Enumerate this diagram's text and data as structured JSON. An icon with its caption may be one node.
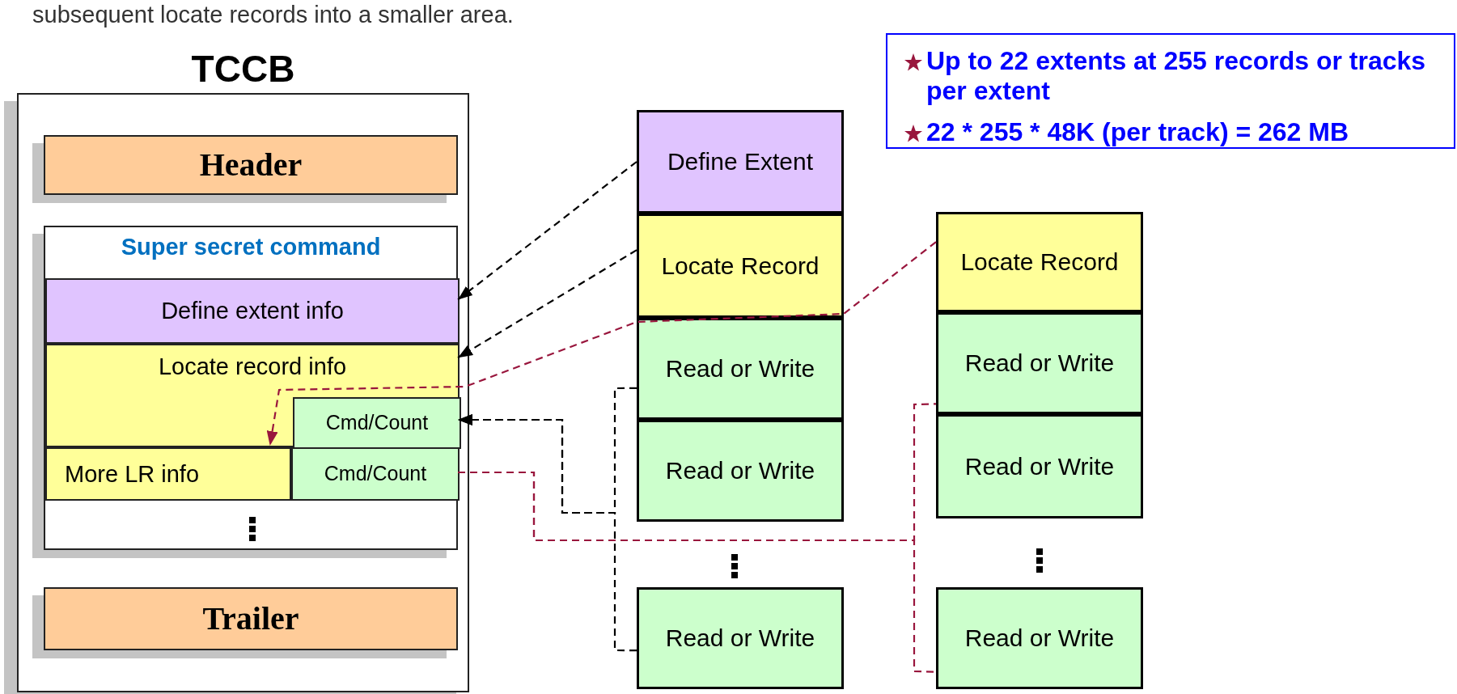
{
  "diagram": {
    "nodes": [
      {
        "text": [
          "TCCB"
        ]
      },
      {
        "text": [
          "Header"
        ],
        "in": 0
      },
      {
        "text": [
          "Super secret command"
        ],
        "in": 0
      },
      {
        "text": [
          "Define extent info"
        ],
        "in": 2
      },
      {
        "text": [
          "Locate record info"
        ],
        "in": 2
      },
      {
        "text": [
          "Cmd/Count"
        ],
        "in": 4
      },
      {
        "text": [
          "More LR info"
        ],
        "in": 2
      },
      {
        "text": [
          "Cmd/Count"
        ],
        "in": 2
      },
      {
        "text": [
          "Trailer"
        ],
        "in": 0
      },
      {
        "text": [
          "Define Extent"
        ]
      },
      {
        "text": [
          "Locate Record"
        ]
      },
      {
        "text": [
          "Read or Write"
        ]
      },
      {
        "text": [
          "Read or Write"
        ]
      },
      {
        "text": [
          "Read or Write"
        ]
      },
      {
        "text": [
          "Locate Record"
        ]
      },
      {
        "text": [
          "Read or Write"
        ]
      },
      {
        "text": [
          "Read or Write"
        ]
      },
      {
        "text": [
          "Read or Write"
        ]
      },
      {
        "text": [
          "Up to 22 extents at 255 records or tracks per extent",
          "22 * 255 * 48K (per track) = 262 MB"
        ]
      }
    ],
    "edges": [
      {
        "from": 9,
        "to": 3,
        "arrow": "to",
        "style": "dashed"
      },
      {
        "from": 10,
        "to": 4,
        "arrow": "to",
        "style": "dashed"
      },
      {
        "from": 14,
        "to": 6,
        "arrow": "to",
        "style": "dashed",
        "color": "#99163d"
      },
      {
        "from": 11,
        "to": 5,
        "arrow": "to",
        "style": "dashed"
      },
      {
        "from": 13,
        "to": 5,
        "arrow": "to",
        "style": "dashed"
      },
      {
        "from": 7,
        "to": 15,
        "arrow": "none",
        "style": "dashed",
        "color": "#99163d"
      },
      {
        "from": 7,
        "to": 17,
        "arrow": "none",
        "style": "dashed",
        "color": "#99163d"
      }
    ],
    "labels": [
      "subsequent locate records into a smaller area."
    ]
  }
}
